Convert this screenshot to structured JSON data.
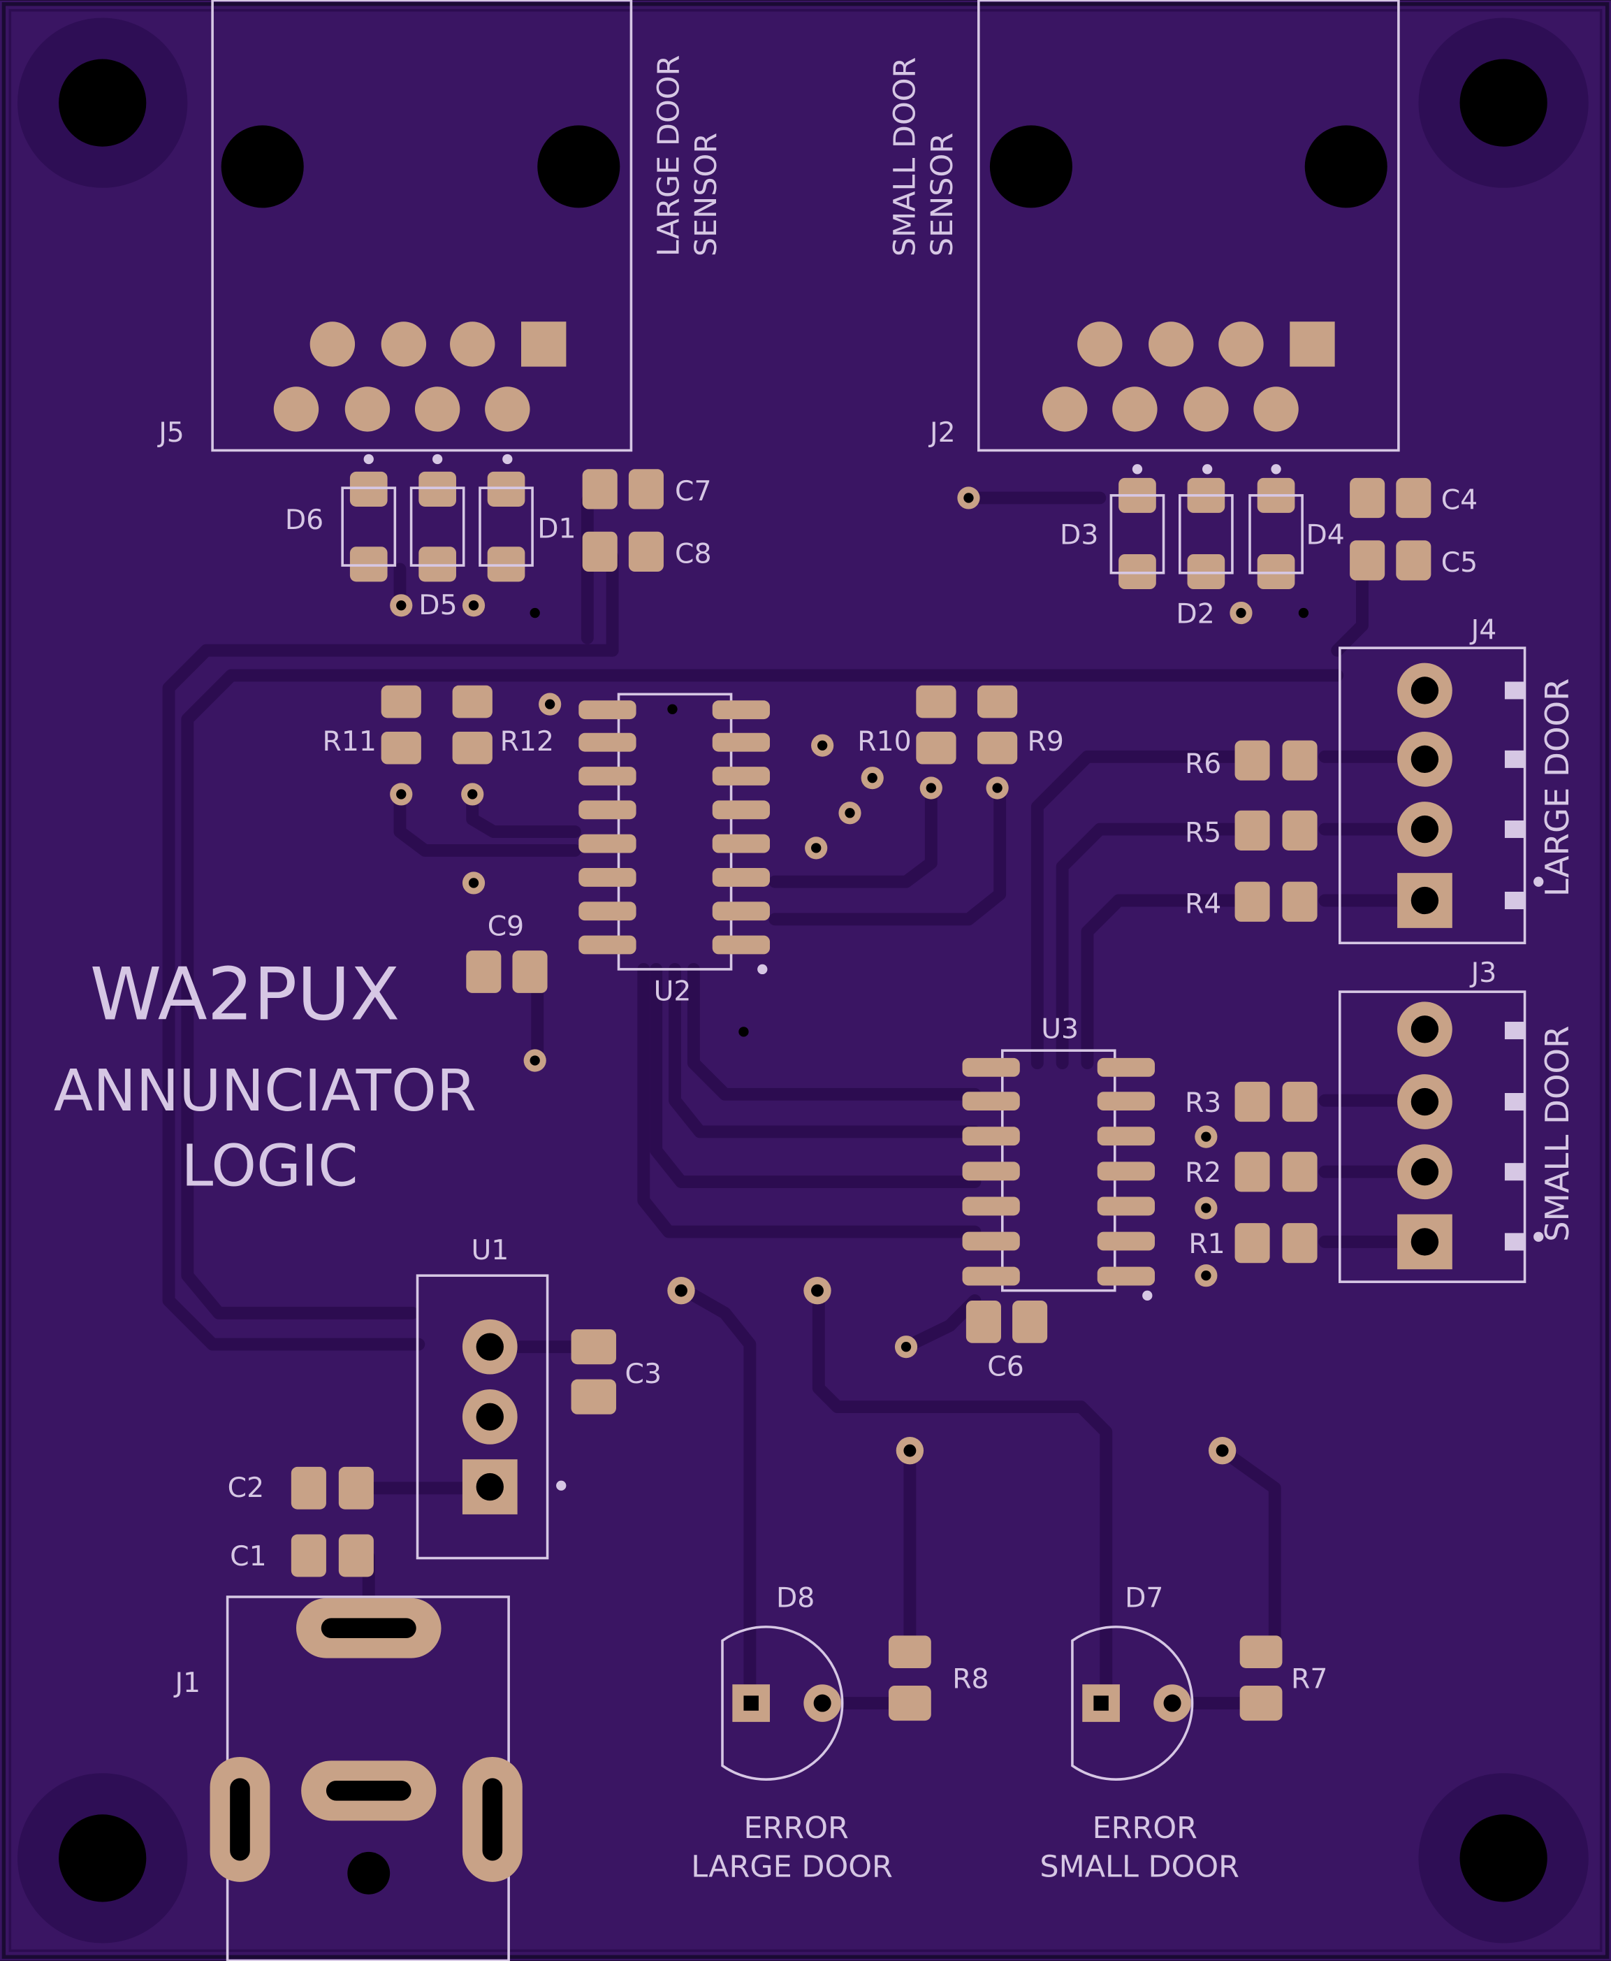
{
  "board": {
    "title": "WA2PUX",
    "subtitle_line1": "ANNUNCIATOR",
    "subtitle_line2": "LOGIC",
    "colors": {
      "substrate": "#3a1563",
      "copper": "#3f1a67",
      "trace_edge": "#2c0c50",
      "pad": "#c8a287",
      "silkscreen": "#d6c7e4",
      "hole": "#000000",
      "outline": "#1a0a33"
    }
  },
  "sensors": {
    "large": {
      "line1": "LARGE DOOR",
      "line2": "SENSOR"
    },
    "small": {
      "line1": "SMALL DOOR",
      "line2": "SENSOR"
    }
  },
  "connector_labels": {
    "large_door": "LARGE DOOR",
    "small_door": "SMALL DOOR"
  },
  "leds": {
    "large": {
      "line1": "ERROR",
      "line2": "LARGE DOOR"
    },
    "small": {
      "line1": "ERROR",
      "line2": "SMALL DOOR"
    }
  },
  "refdes": {
    "J1": "J1",
    "J2": "J2",
    "J3": "J3",
    "J4": "J4",
    "J5": "J5",
    "U1": "U1",
    "U2": "U2",
    "U3": "U3",
    "C1": "C1",
    "C2": "C2",
    "C3": "C3",
    "C4": "C4",
    "C5": "C5",
    "C6": "C6",
    "C7": "C7",
    "C8": "C8",
    "C9": "C9",
    "D1": "D1",
    "D2": "D2",
    "D3": "D3",
    "D4": "D4",
    "D5": "D5",
    "D6": "D6",
    "D7": "D7",
    "D8": "D8",
    "R1": "R1",
    "R2": "R2",
    "R3": "R3",
    "R4": "R4",
    "R5": "R5",
    "R6": "R6",
    "R7": "R7",
    "R8": "R8",
    "R9": "R9",
    "R10": "R10",
    "R11": "R11",
    "R12": "R12"
  }
}
